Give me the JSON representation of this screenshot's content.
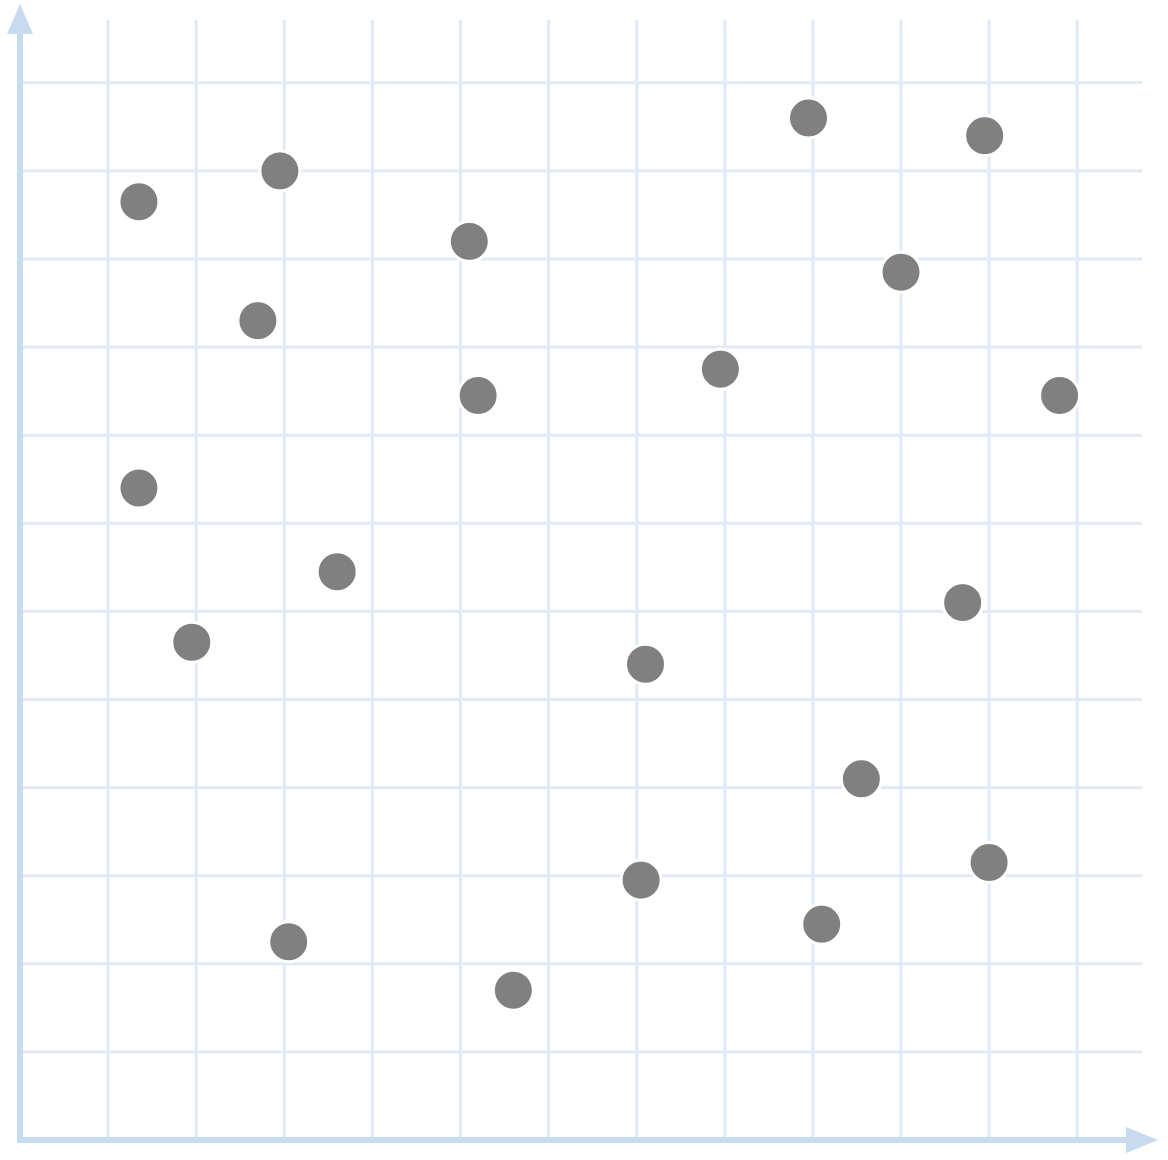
{
  "chart_data": {
    "type": "scatter",
    "title": "",
    "xlabel": "",
    "ylabel": "",
    "xlim": [
      0,
      12.7
    ],
    "ylim": [
      0,
      12.7
    ],
    "grid": true,
    "grid_step": 1,
    "axis_color": "#c6dbef",
    "grid_color": "#deebf7",
    "point_color": "#808080",
    "points": [
      {
        "x": 1.35,
        "y": 10.65
      },
      {
        "x": 2.95,
        "y": 11.0
      },
      {
        "x": 2.7,
        "y": 9.3
      },
      {
        "x": 5.1,
        "y": 10.2
      },
      {
        "x": 5.2,
        "y": 8.45
      },
      {
        "x": 8.95,
        "y": 11.6
      },
      {
        "x": 10.95,
        "y": 11.4
      },
      {
        "x": 10.0,
        "y": 9.85
      },
      {
        "x": 7.95,
        "y": 8.75
      },
      {
        "x": 11.8,
        "y": 8.45
      },
      {
        "x": 1.35,
        "y": 7.4
      },
      {
        "x": 3.6,
        "y": 6.45
      },
      {
        "x": 1.95,
        "y": 5.65
      },
      {
        "x": 7.1,
        "y": 5.4
      },
      {
        "x": 10.7,
        "y": 6.1
      },
      {
        "x": 9.55,
        "y": 4.1
      },
      {
        "x": 7.05,
        "y": 2.95
      },
      {
        "x": 11.0,
        "y": 3.15
      },
      {
        "x": 9.1,
        "y": 2.45
      },
      {
        "x": 3.05,
        "y": 2.25
      },
      {
        "x": 5.6,
        "y": 1.7
      }
    ]
  }
}
